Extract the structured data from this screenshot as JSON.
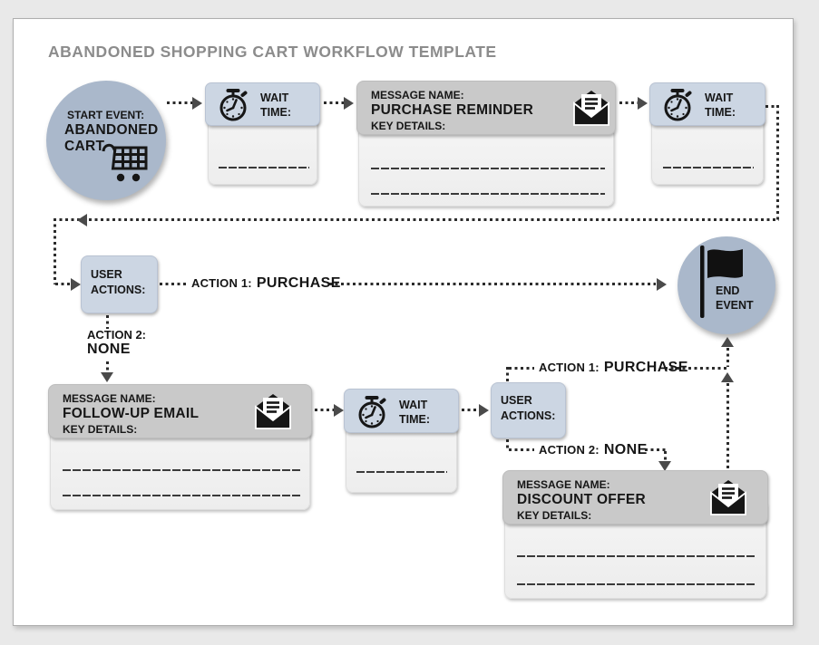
{
  "title": "ABANDONED SHOPPING CART WORKFLOW TEMPLATE",
  "start_event": {
    "label": "START EVENT:",
    "name_line1": "ABANDONED",
    "name_line2": "CART",
    "icon": "shopping-cart-icon"
  },
  "end_event": {
    "line1": "END",
    "line2": "EVENT",
    "icon": "flag-icon"
  },
  "wait_boxes": [
    {
      "line1": "WAIT",
      "line2": "TIME:",
      "icon": "stopwatch-icon"
    },
    {
      "line1": "WAIT",
      "line2": "TIME:",
      "icon": "stopwatch-icon"
    },
    {
      "line1": "WAIT",
      "line2": "TIME:",
      "icon": "stopwatch-icon"
    }
  ],
  "message_boxes": [
    {
      "name_label": "MESSAGE NAME:",
      "name": "PURCHASE REMINDER",
      "details_label": "KEY DETAILS:",
      "icon": "open-envelope-icon"
    },
    {
      "name_label": "MESSAGE NAME:",
      "name": "FOLLOW-UP EMAIL",
      "details_label": "KEY DETAILS:",
      "icon": "open-envelope-icon"
    },
    {
      "name_label": "MESSAGE NAME:",
      "name": "DISCOUNT OFFER",
      "details_label": "KEY DETAILS:",
      "icon": "open-envelope-icon"
    }
  ],
  "user_actions_boxes": [
    {
      "line1": "USER",
      "line2": "ACTIONS:"
    },
    {
      "line1": "USER",
      "line2": "ACTIONS:"
    }
  ],
  "actions": {
    "top1_label": "ACTION 1:",
    "top1_value": "PURCHASE",
    "top2_label": "ACTION 2:",
    "top2_value": "NONE",
    "bottom1_label": "ACTION 1:",
    "bottom1_value": "PURCHASE",
    "bottom2_label": "ACTION 2:",
    "bottom2_value": "NONE"
  },
  "colors": {
    "event_circle": "#aab8cb",
    "wait_header": "#ccd6e3",
    "message_header": "#c9c9c9",
    "card_body": "#f1f1f1",
    "connector": "#2b2b2b",
    "title_text": "#8c8c8c",
    "page": "#ffffff",
    "canvas_background": "#e9e9e9"
  }
}
